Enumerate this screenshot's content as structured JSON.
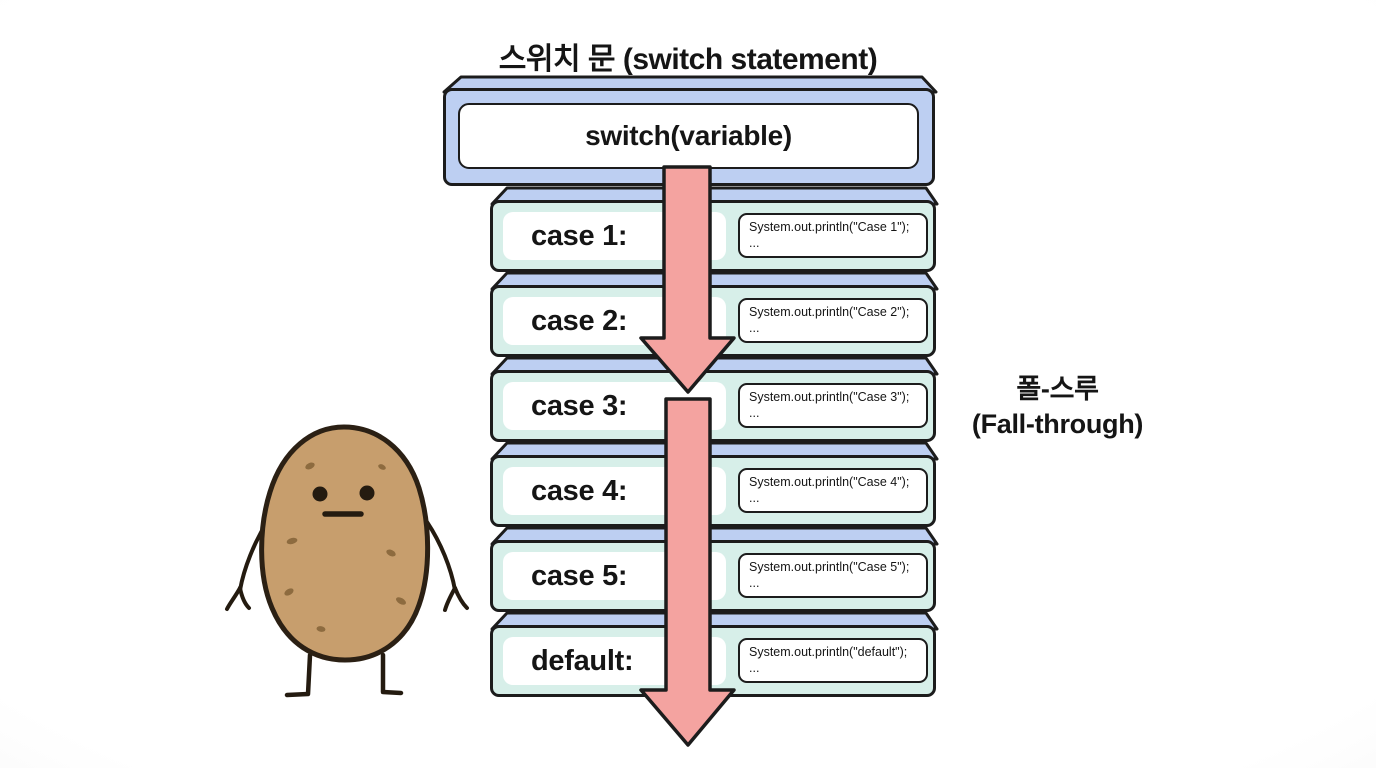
{
  "title": "스위치 문 (switch statement)",
  "switch_box": {
    "label": "switch(variable)"
  },
  "cases": [
    {
      "label": "case 1:",
      "code_line1": "System.out.println(\"Case 1\");",
      "code_line2": "..."
    },
    {
      "label": "case 2:",
      "code_line1": "System.out.println(\"Case 2\");",
      "code_line2": "..."
    },
    {
      "label": "case 3:",
      "code_line1": "System.out.println(\"Case 3\");",
      "code_line2": "..."
    },
    {
      "label": "case 4:",
      "code_line1": "System.out.println(\"Case 4\");",
      "code_line2": "..."
    },
    {
      "label": "case 5:",
      "code_line1": "System.out.println(\"Case 5\");",
      "code_line2": "..."
    },
    {
      "label": "default:",
      "code_line1": "System.out.println(\"default\");",
      "code_line2": "..."
    }
  ],
  "fall_through": {
    "line1": "폴-스루",
    "line2": "(Fall-through)"
  },
  "icons": {
    "flow_arrow_upper": "down-arrow",
    "flow_arrow_lower": "down-arrow",
    "mascot": "potato-character"
  },
  "colors": {
    "slab_blue": "#bdcff2",
    "slab_mint": "#d7efe9",
    "arrow_pink": "#f4a3a0",
    "outline": "#1c1c1c",
    "potato_body": "#c79e6d",
    "potato_spots": "#8d6b3f"
  }
}
